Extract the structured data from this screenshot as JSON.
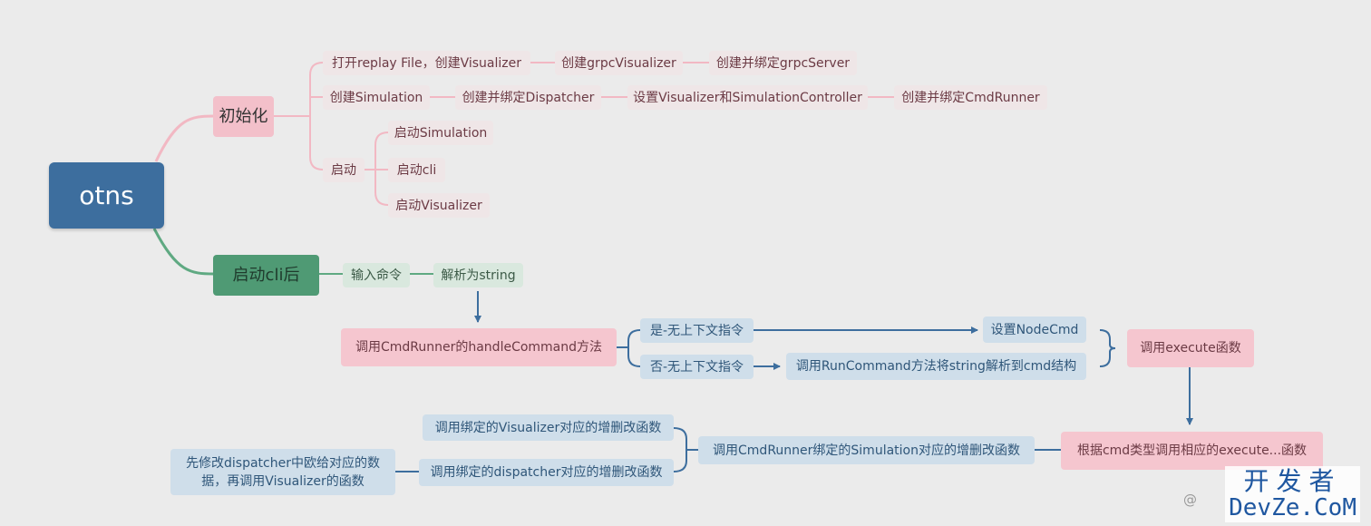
{
  "root": "otns",
  "init": {
    "label": "初始化",
    "row1": [
      "打开replay File，创建Visualizer",
      "创建grpcVisualizer",
      "创建并绑定grpcServer"
    ],
    "row2": [
      "创建Simulation",
      "创建并绑定Dispatcher",
      "设置Visualizer和SimulationController",
      "创建并绑定CmdRunner"
    ],
    "start": {
      "label": "启动",
      "children": [
        "启动Simulation",
        "启动cli",
        "启动Visualizer"
      ]
    }
  },
  "cli": {
    "label": "启动cli后",
    "input": "输入命令",
    "parse": "解析为string",
    "handle": "调用CmdRunner的handleCommand方法",
    "yes": "是-无上下文指令",
    "no": "否-无上下文指令",
    "set_node": "设置NodeCmd",
    "run_command": "调用RunCommand方法将string解析到cmd结构",
    "execute": "调用execute函数",
    "by_type": "根据cmd类型调用相应的execute...函数",
    "sim_crud": "调用CmdRunner绑定的Simulation对应的增删改函数",
    "vis_crud": "调用绑定的Visualizer对应的增删改函数",
    "disp_crud": "调用绑定的dispatcher对应的增删改函数",
    "note": "先修改dispatcher中欧给对应的数据，再调用Visualizer的函数"
  },
  "watermark": {
    "at": "@",
    "line1": "开发者",
    "line2": "DevZe.CoM"
  },
  "colors": {
    "pink_line": "#f2b8c3",
    "green_line": "#5fa982",
    "blue_line": "#3d6e9e",
    "root": "#3d6e9e"
  }
}
